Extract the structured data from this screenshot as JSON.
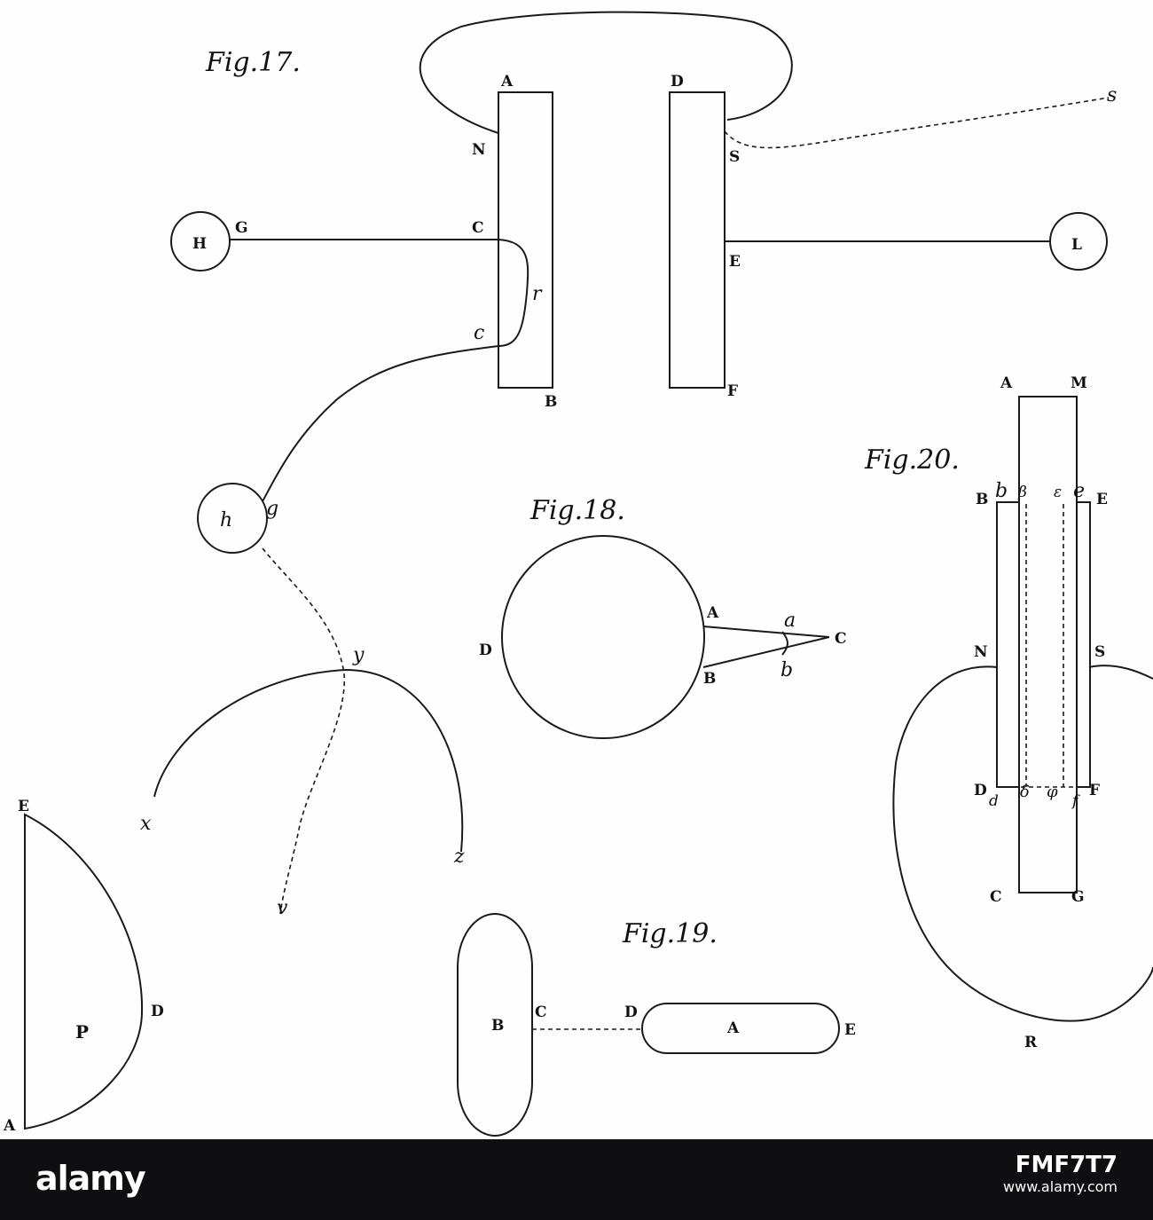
{
  "figures": {
    "fig17": {
      "title": "Fig.17.",
      "labels": [
        "A",
        "D",
        "N",
        "S",
        "C",
        "E",
        "G",
        "H",
        "L",
        "B",
        "F",
        "r",
        "c",
        "s",
        "g",
        "h",
        "y",
        "x",
        "z",
        "v"
      ]
    },
    "fig18": {
      "title": "Fig.18.",
      "labels": [
        "A",
        "B",
        "C",
        "D",
        "a",
        "b"
      ]
    },
    "fig19": {
      "title": "Fig.19.",
      "labels": [
        "B",
        "C",
        "D",
        "A",
        "E"
      ]
    },
    "fig20": {
      "title": "Fig.20.",
      "labels": [
        "A",
        "M",
        "B",
        "b",
        "β",
        "ε",
        "e",
        "E",
        "N",
        "S",
        "D",
        "d",
        "δ",
        "φ",
        "f",
        "F",
        "C",
        "G",
        "R"
      ]
    },
    "figP": {
      "labels": [
        "E",
        "P",
        "D",
        "A"
      ]
    }
  },
  "footer": {
    "brand": "alamy",
    "image_id": "FMF7T7",
    "url": "www.alamy.com"
  }
}
